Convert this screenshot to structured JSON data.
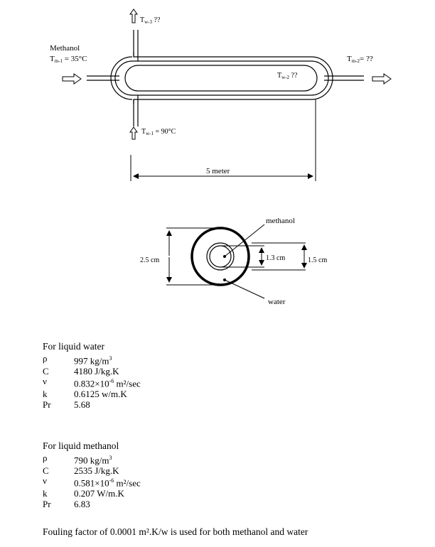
{
  "diagram": {
    "tw3_label": "T",
    "tw3_sub": "w-3",
    "tw3_val": " ??",
    "methanol_inlet": "Methanol",
    "tm1_label": "T",
    "tm1_sub": "m-1",
    "tm1_val": " = 35°C",
    "tm2_label": "T",
    "tm2_sub": "m-2",
    "tm2_val": "= ??",
    "tw2_label": "T",
    "tw2_sub": "w-2",
    "tw2_val": " ??",
    "tw1_label": "T",
    "tw1_sub": "w-1",
    "tw1_val": " = 90°C",
    "length_label": "5 meter",
    "methanol_label": "methanol",
    "water_label": "water",
    "outer_dim": "2.5 cm",
    "inner_dim": "1.3 cm",
    "annulus_dim": "1.5 cm"
  },
  "water": {
    "heading": "For liquid water",
    "rows": [
      {
        "sym": "ρ",
        "val": "997 kg/m",
        "sup": "3",
        "tail": ""
      },
      {
        "sym": "C",
        "val": "4180 J/kg.K",
        "sup": "",
        "tail": ""
      },
      {
        "sym": "ν",
        "val": "0.832×10",
        "sup": "-6",
        "tail": " m²/sec"
      },
      {
        "sym": "k",
        "val": "0.6125 w/m.K",
        "sup": "",
        "tail": ""
      },
      {
        "sym": "Pr",
        "val": "5.68",
        "sup": "",
        "tail": ""
      }
    ]
  },
  "methanol": {
    "heading": "For liquid methanol",
    "rows": [
      {
        "sym": "ρ",
        "val": "790 kg/m",
        "sup": "3",
        "tail": ""
      },
      {
        "sym": "C",
        "val": "2535 J/kg.K",
        "sup": "",
        "tail": ""
      },
      {
        "sym": "ν",
        "val": "0.581×10",
        "sup": "-6",
        "tail": " m²/sec"
      },
      {
        "sym": "k",
        "val": "0.207 W/m.K",
        "sup": "",
        "tail": ""
      },
      {
        "sym": "Pr",
        "val": "6.83",
        "sup": "",
        "tail": ""
      }
    ]
  },
  "fouling": "Fouling factor of  0.0001 m².K/w is used for both methanol and water"
}
